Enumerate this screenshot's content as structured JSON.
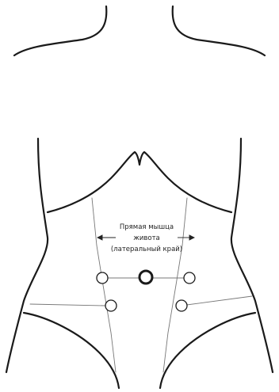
{
  "annotation": {
    "line1": "Прямая мышца",
    "line2": "живота",
    "line3": "(латеральный край)"
  },
  "colors": {
    "outline": "#1a1a1a",
    "guide": "#777777",
    "background": "#ffffff"
  },
  "ports": [
    {
      "name": "umbilical-port",
      "emphasis": "bold"
    },
    {
      "name": "left-upper-port",
      "emphasis": "normal"
    },
    {
      "name": "right-upper-port",
      "emphasis": "normal"
    },
    {
      "name": "left-lower-port",
      "emphasis": "normal"
    },
    {
      "name": "right-lower-port",
      "emphasis": "normal"
    }
  ]
}
